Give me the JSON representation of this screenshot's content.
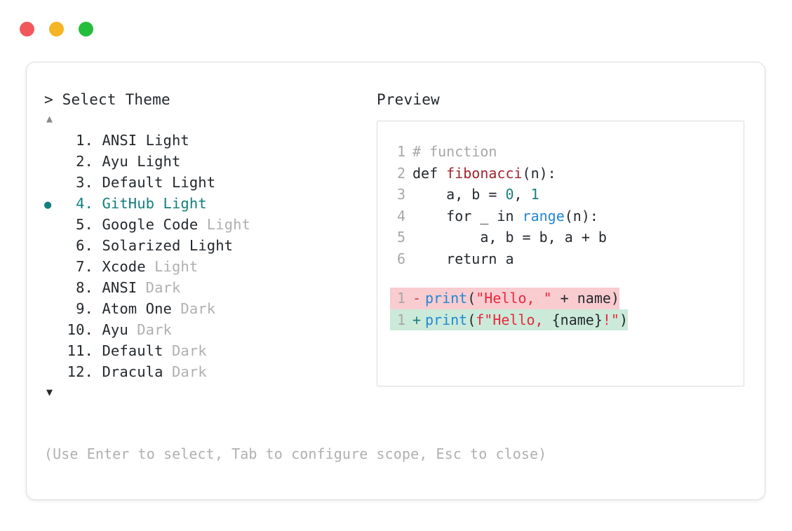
{
  "window": {
    "traffic_lights": [
      {
        "name": "close",
        "color": "#f2585b"
      },
      {
        "name": "minimize",
        "color": "#f5b424"
      },
      {
        "name": "maximize",
        "color": "#25bd3c"
      }
    ]
  },
  "selector": {
    "prompt": "> Select Theme",
    "scroll_up_indicator": "▲",
    "scroll_down_indicator": "▼",
    "selected_bullet": "●",
    "selected_index": 4,
    "accent_color": "#13807b",
    "items": [
      {
        "number": "1.",
        "name": "ANSI",
        "variant": "Light",
        "variant_dim": false,
        "selected": false
      },
      {
        "number": "2.",
        "name": "Ayu",
        "variant": "Light",
        "variant_dim": false,
        "selected": false
      },
      {
        "number": "3.",
        "name": "Default",
        "variant": "Light",
        "variant_dim": false,
        "selected": false
      },
      {
        "number": "4.",
        "name": "GitHub",
        "variant": "Light",
        "variant_dim": false,
        "selected": true
      },
      {
        "number": "5.",
        "name": "Google Code",
        "variant": "Light",
        "variant_dim": true,
        "selected": false
      },
      {
        "number": "6.",
        "name": "Solarized",
        "variant": "Light",
        "variant_dim": false,
        "selected": false
      },
      {
        "number": "7.",
        "name": "Xcode",
        "variant": "Light",
        "variant_dim": true,
        "selected": false
      },
      {
        "number": "8.",
        "name": "ANSI",
        "variant": "Dark",
        "variant_dim": true,
        "selected": false
      },
      {
        "number": "9.",
        "name": "Atom One",
        "variant": "Dark",
        "variant_dim": true,
        "selected": false
      },
      {
        "number": "10.",
        "name": "Ayu",
        "variant": "Dark",
        "variant_dim": true,
        "selected": false
      },
      {
        "number": "11.",
        "name": "Default",
        "variant": "Dark",
        "variant_dim": true,
        "selected": false
      },
      {
        "number": "12.",
        "name": "Dracula",
        "variant": "Dark",
        "variant_dim": true,
        "selected": false
      }
    ]
  },
  "preview": {
    "title": "Preview",
    "code_lines": [
      {
        "gutter": "1",
        "tokens": [
          {
            "t": "# function",
            "c": "tok-comment"
          }
        ]
      },
      {
        "gutter": "2",
        "tokens": [
          {
            "t": "def ",
            "c": "tok-keyword"
          },
          {
            "t": "fibonacci",
            "c": "tok-func"
          },
          {
            "t": "(n):",
            "c": "tok-plain"
          }
        ]
      },
      {
        "gutter": "3",
        "tokens": [
          {
            "t": "    a, b = ",
            "c": "tok-plain"
          },
          {
            "t": "0",
            "c": "tok-number"
          },
          {
            "t": ", ",
            "c": "tok-plain"
          },
          {
            "t": "1",
            "c": "tok-number"
          }
        ]
      },
      {
        "gutter": "4",
        "tokens": [
          {
            "t": "    for _ in ",
            "c": "tok-plain"
          },
          {
            "t": "range",
            "c": "tok-builtin"
          },
          {
            "t": "(n):",
            "c": "tok-plain"
          }
        ]
      },
      {
        "gutter": "5",
        "tokens": [
          {
            "t": "        a, b = b, a + b",
            "c": "tok-plain"
          }
        ]
      },
      {
        "gutter": "6",
        "tokens": [
          {
            "t": "    return a",
            "c": "tok-plain"
          }
        ]
      }
    ],
    "diff_lines": [
      {
        "kind": "removed",
        "gutter": "1",
        "sign": "-",
        "bg": "#f9ccd0",
        "tokens": [
          {
            "t": "print",
            "c": "tok-call"
          },
          {
            "t": "(",
            "c": "tok-plain"
          },
          {
            "t": "\"Hello, \"",
            "c": "tok-string"
          },
          {
            "t": " + name)",
            "c": "tok-plain"
          }
        ]
      },
      {
        "kind": "added",
        "gutter": "1",
        "sign": "+",
        "bg": "#ccead9",
        "tokens": [
          {
            "t": "print",
            "c": "tok-call"
          },
          {
            "t": "(",
            "c": "tok-plain"
          },
          {
            "t": "f\"Hello, ",
            "c": "tok-string"
          },
          {
            "t": "{name}",
            "c": "tok-plain"
          },
          {
            "t": "!\"",
            "c": "tok-string"
          },
          {
            "t": ")",
            "c": "tok-plain"
          }
        ]
      }
    ]
  },
  "footer": {
    "hint": "(Use Enter to select, Tab to configure scope, Esc to close)"
  }
}
